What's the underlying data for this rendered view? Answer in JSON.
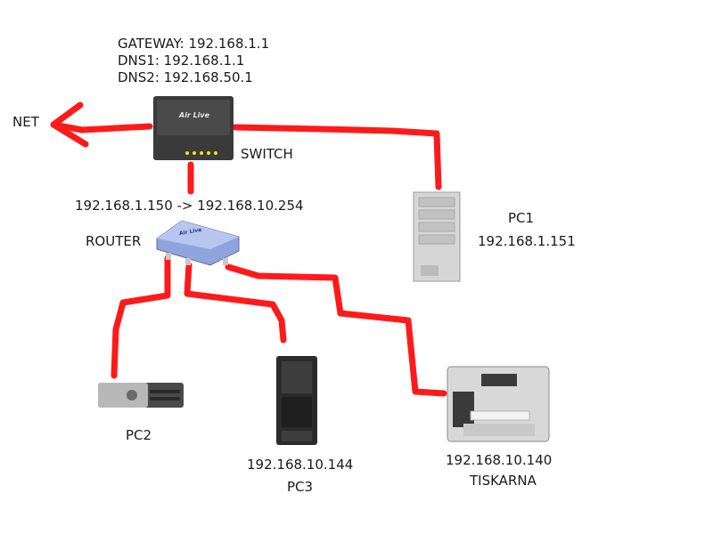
{
  "gateway_info": {
    "gateway": "GATEWAY: 192.168.1.1",
    "dns1": "DNS1: 192.168.1.1",
    "dns2": "DNS2: 192.168.50.1"
  },
  "net": {
    "label": "NET"
  },
  "switch": {
    "label": "SWITCH",
    "brand": "Air Live"
  },
  "router": {
    "label": "ROUTER",
    "addresses": "192.168.1.150 -> 192.168.10.254",
    "brand": "Air Live"
  },
  "pc1": {
    "name": "PC1",
    "ip": "192.168.1.151"
  },
  "pc2": {
    "name": "PC2"
  },
  "pc3": {
    "name": "PC3",
    "ip": "192.168.10.144"
  },
  "printer": {
    "ip": "192.168.10.140",
    "name": "TISKARNA"
  },
  "colors": {
    "link": "#ff1a1a",
    "device_dark": "#3a3a3a",
    "router_blue": "#8fa4dc"
  }
}
